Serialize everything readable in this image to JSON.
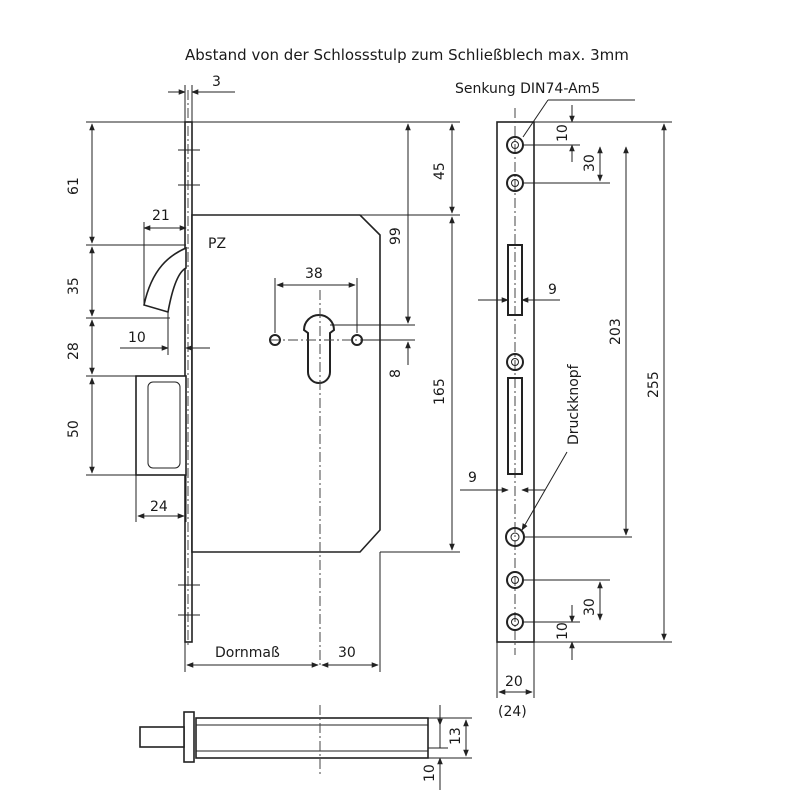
{
  "title": "Abstand von der Schlossstulp zum Schließblech max. 3mm",
  "callouts": {
    "countersink": "Senkung DIN74-Am5",
    "pushbutton": "Druckknopf",
    "pz": "PZ",
    "backset": "Dornmaß"
  },
  "dimensions": {
    "d3": "3",
    "d61": "61",
    "d21": "21",
    "d35": "35",
    "d10a": "10",
    "d28": "28",
    "d50": "50",
    "d24": "24",
    "d38": "38",
    "d45": "45",
    "d99": "99",
    "d8": "8",
    "d165": "165",
    "d30a": "30",
    "s10a": "10",
    "s30a": "30",
    "s9a": "9",
    "s203": "203",
    "s255": "255",
    "s9b": "9",
    "s30b": "30",
    "s10b": "10",
    "s20": "20",
    "s24": "(24)",
    "b13": "13",
    "b10": "10"
  }
}
